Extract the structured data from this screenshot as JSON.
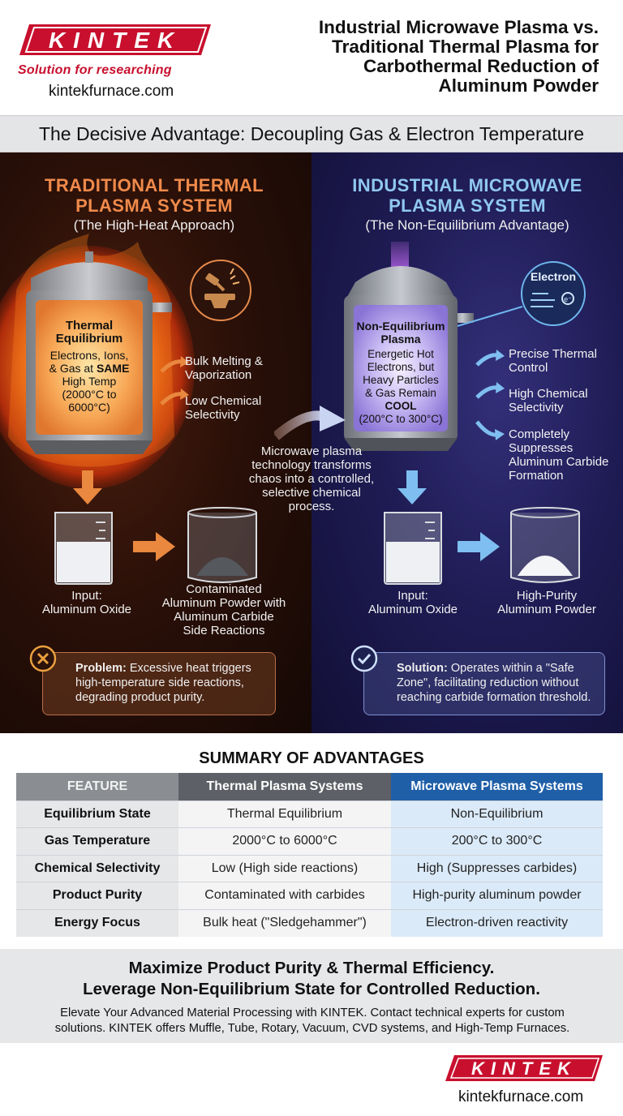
{
  "header": {
    "brand": "KINTEK",
    "tagline": "Solution for researching",
    "website": "kintekfurnace.com",
    "title_lines": [
      "Industrial Microwave Plasma vs.",
      "Traditional Thermal Plasma for",
      "Carbothermal Reduction of",
      "Aluminum Powder"
    ]
  },
  "banner": "The Decisive Advantage: Decoupling Gas & Electron Temperature",
  "left": {
    "heading": [
      "TRADITIONAL THERMAL",
      "PLASMA SYSTEM"
    ],
    "subheading": "(The High-Heat Approach)",
    "vessel": {
      "title": [
        "Thermal",
        "Equilibrium"
      ],
      "body": [
        "Electrons, Ions,",
        "& Gas at "
      ],
      "body_bold": "SAME",
      "body2": [
        "High Temp",
        "(2000°C to",
        "6000°C)"
      ]
    },
    "effects": [
      [
        "Bulk Melting &",
        "Vaporization"
      ],
      [
        "Low Chemical",
        "Selectivity"
      ]
    ],
    "input_label": [
      "Input:",
      "Aluminum Oxide"
    ],
    "output_label": [
      "Contaminated",
      "Aluminum Powder with",
      "Aluminum Carbide",
      "Side Reactions"
    ],
    "callout_bold": "Problem:",
    "callout_text": " Excessive heat triggers high-temperature side reactions, degrading product purity."
  },
  "center_note": [
    "Microwave plasma",
    "technology transforms",
    "chaos into a controlled,",
    "selective chemical",
    "process."
  ],
  "right": {
    "heading": [
      "INDUSTRIAL MICROWAVE",
      "PLASMA SYSTEM"
    ],
    "subheading": "(The Non-Equilibrium Advantage)",
    "electron_label": "Electron",
    "vessel": {
      "title": [
        "Non-Equilibrium",
        "Plasma"
      ],
      "body": [
        "Energetic Hot",
        "Electrons, but",
        "Heavy Particles",
        "& Gas Remain"
      ],
      "body_bold": "COOL",
      "body2": "(200°C to 300°C)"
    },
    "effects": [
      [
        "Precise Thermal",
        "Control"
      ],
      [
        "High Chemical",
        "Selectivity"
      ],
      [
        "Completely",
        "Suppresses",
        "Aluminum Carbide",
        "Formation"
      ]
    ],
    "input_label": [
      "Input:",
      "Aluminum Oxide"
    ],
    "output_label": [
      "High-Purity",
      "Aluminum Powder"
    ],
    "callout_bold": "Solution:",
    "callout_text": " Operates within a \"Safe Zone\", facilitating reduction without reaching carbide formation threshold."
  },
  "summary": {
    "title": "SUMMARY OF ADVANTAGES",
    "headers": [
      "FEATURE",
      "Thermal Plasma Systems",
      "Microwave Plasma Systems"
    ],
    "rows": [
      [
        "Equilibrium State",
        "Thermal Equilibrium",
        "Non-Equilibrium"
      ],
      [
        "Gas Temperature",
        "2000°C to 6000°C",
        "200°C to 300°C"
      ],
      [
        "Chemical Selectivity",
        "Low (High side reactions)",
        "High (Suppresses carbides)"
      ],
      [
        "Product Purity",
        "Contaminated with carbides",
        "High-purity aluminum powder"
      ],
      [
        "Energy Focus",
        "Bulk heat (\"Sledgehammer\")",
        "Electron-driven reactivity"
      ]
    ]
  },
  "cta": {
    "headline": [
      "Maximize Product Purity & Thermal Efficiency.",
      "Leverage Non-Equilibrium State for Controlled Reduction."
    ],
    "body": [
      "Elevate Your Advanced Material Processing with KINTEK. Contact technical experts for custom",
      "solutions. KINTEK offers Muffle, Tube, Rotary, Vacuum, CVD systems, and High-Temp Furnaces."
    ]
  },
  "footer": {
    "brand": "KINTEK",
    "website": "kintekfurnace.com"
  },
  "colors": {
    "brand_red": "#c8102e",
    "left_heading": "#f08a4b",
    "right_heading": "#8fc8f0",
    "table_blue": "#1f5fa8"
  }
}
